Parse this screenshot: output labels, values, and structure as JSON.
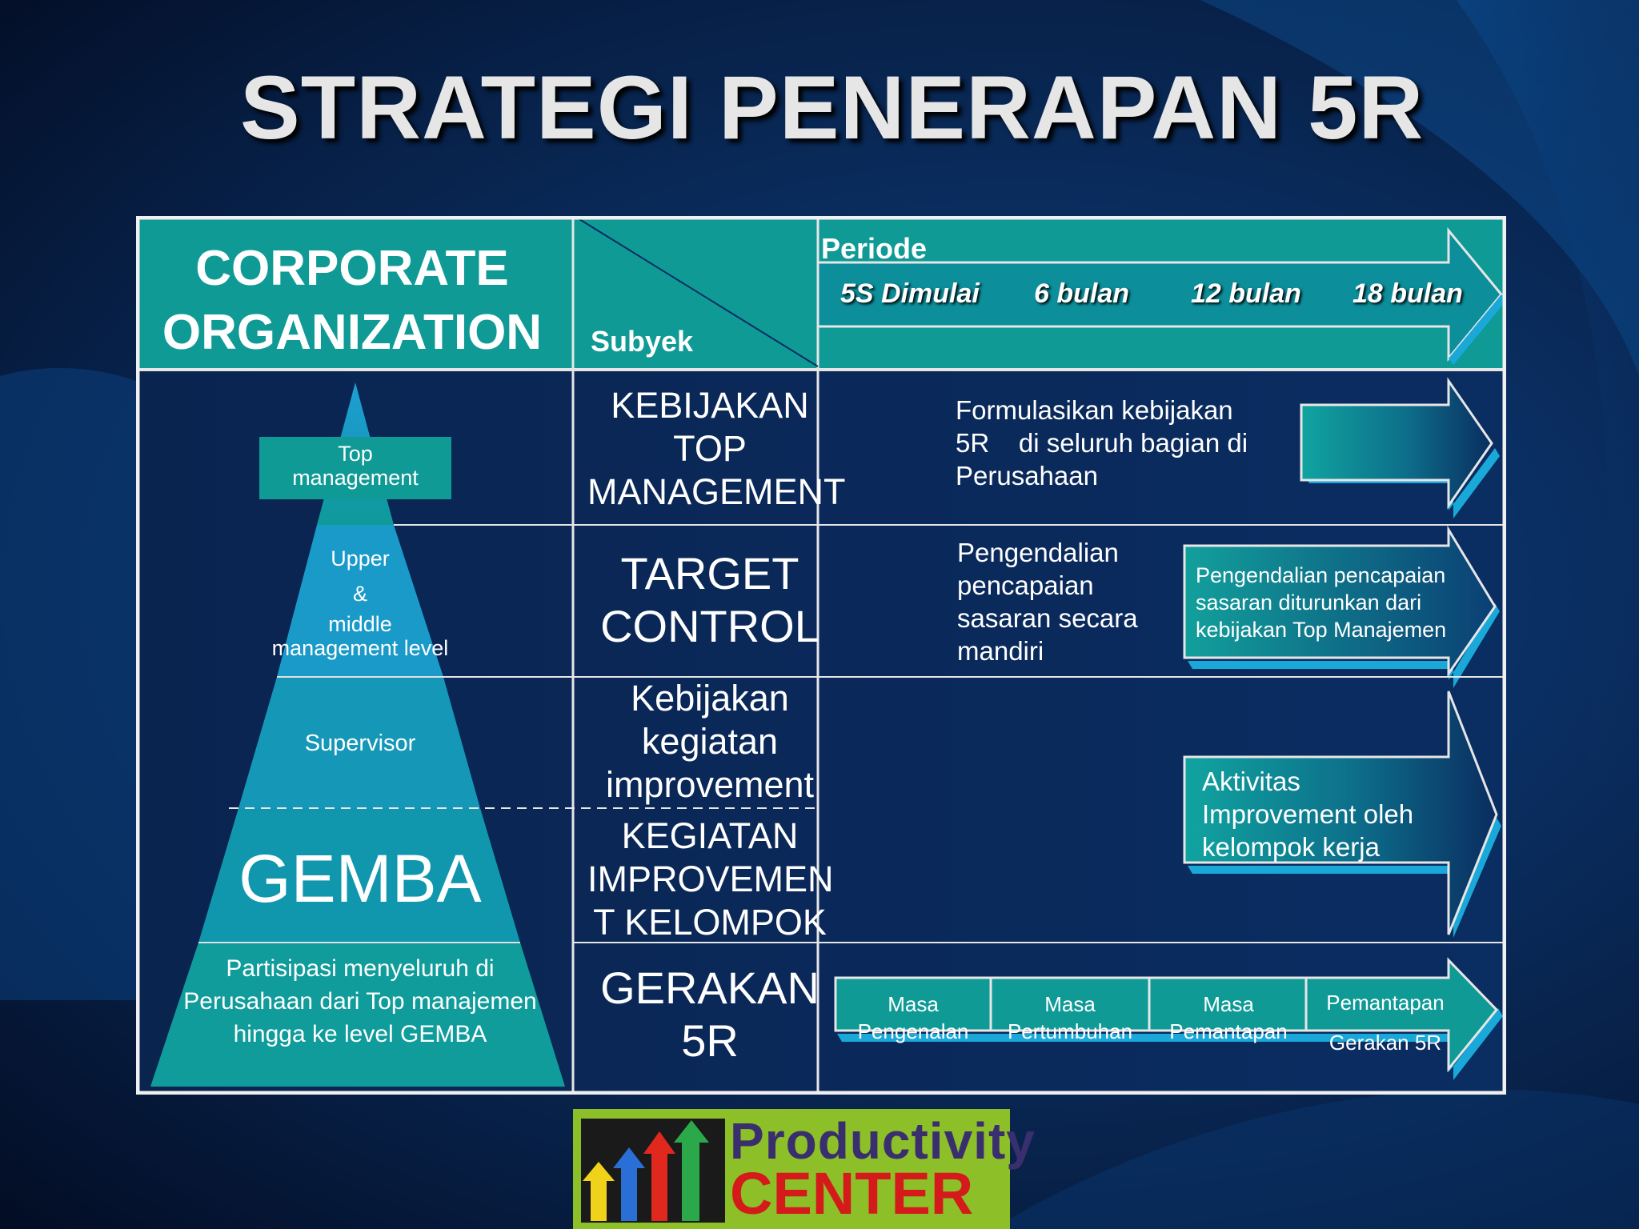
{
  "title": "STRATEGI PENERAPAN 5R",
  "header": {
    "org_line1": "CORPORATE",
    "org_line2": "ORGANIZATION",
    "periode": "Periode",
    "subyek": "Subyek",
    "periods": [
      "5S Dimulai",
      "6 bulan",
      "12 bulan",
      "18 bulan"
    ]
  },
  "pyramid": {
    "top": [
      "Top",
      "management"
    ],
    "upper": [
      "Upper",
      "&",
      "middle",
      "management level"
    ],
    "supervisor": "Supervisor",
    "gemba": "GEMBA",
    "base": [
      "Partisipasi menyeluruh di",
      "Perusahaan dari Top manajemen",
      "hingga ke level GEMBA"
    ]
  },
  "rows": [
    {
      "subject": [
        "KEBIJAKAN",
        "TOP",
        "MANAGEMENT"
      ],
      "description": [
        "Formulasikan kebijakan",
        "5R    di seluruh bagian di",
        "Perusahaan"
      ]
    },
    {
      "subject": [
        "TARGET",
        "CONTROL"
      ],
      "description": [
        "Pengendalian",
        "pencapaian",
        "sasaran secara",
        "mandiri"
      ],
      "arrow_text": [
        "Pengendalian pencapaian",
        "sasaran diturunkan dari",
        "kebijakan Top Manajemen"
      ]
    },
    {
      "subject": [
        "Kebijakan",
        "kegiatan",
        "improvement"
      ]
    },
    {
      "subject": [
        "KEGIATAN",
        "IMPROVEMEN",
        "T KELOMPOK"
      ],
      "arrow_text": [
        "Aktivitas",
        "Improvement oleh",
        "kelompok kerja"
      ]
    },
    {
      "subject": [
        "GERAKAN",
        "5R"
      ],
      "phases": [
        [
          "Masa",
          "Pengenalan"
        ],
        [
          "Masa",
          "Pertumbuhan"
        ],
        [
          "Masa",
          "Pemantapan"
        ],
        [
          "Pemantapan",
          "Gerakan 5R"
        ]
      ]
    }
  ],
  "logo": {
    "word1": "Productivity",
    "word2": "CENTER"
  },
  "colors": {
    "teal": "#0f9a96",
    "pyramid_blue": "#1a9fc8",
    "navy": "#0a2a5c",
    "logo_green": "#8dbf28"
  }
}
